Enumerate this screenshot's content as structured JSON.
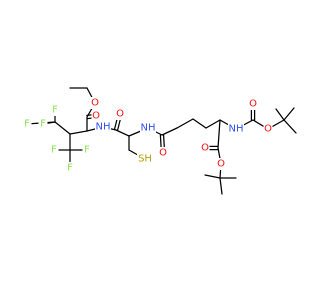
{
  "colors": {
    "bond": "#000000",
    "carbon": "#000000",
    "oxygen": "#ff0d0d",
    "nitrogen": "#3050f8",
    "fluorine": "#90e050",
    "sulfur": "#b8a000",
    "background": "#ffffff"
  },
  "labels": {
    "o_ester_carbonyl": "O",
    "o_ester_ether": "O",
    "nh_amide1": "NH",
    "o_amide1": "O",
    "nh_amide2": "NH",
    "o_amide2": "O",
    "sh": "SH",
    "nh_carbamate": "NH",
    "o_carbamate_carbonyl": "O",
    "o_carbamate_ether": "O",
    "o_tbu_ester_carbonyl": "O",
    "o_tbu_ester_ether": "O",
    "f1": "F",
    "f2": "F",
    "f3": "F",
    "f4": "F",
    "f5": "F",
    "f6": "F"
  }
}
